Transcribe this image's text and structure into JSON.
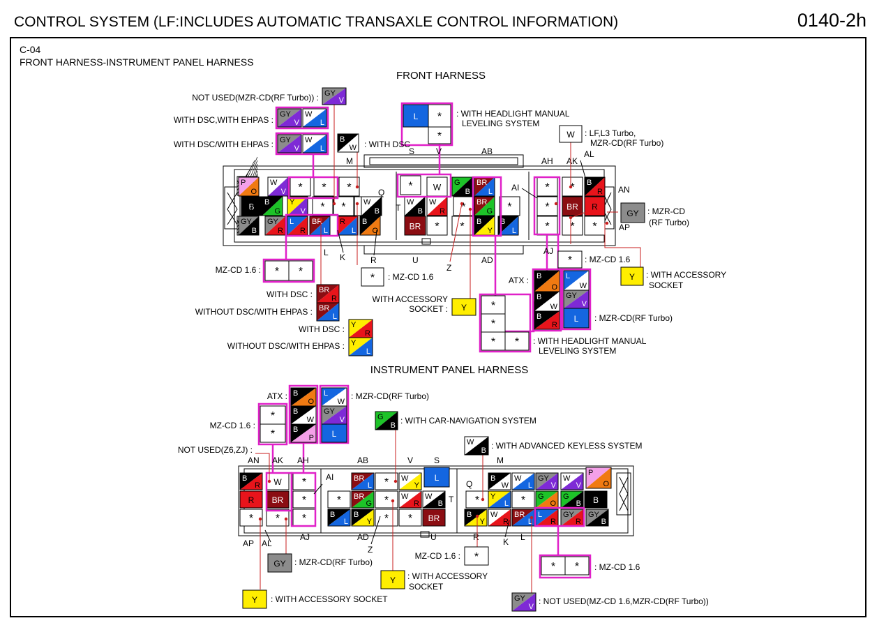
{
  "header": {
    "title": "CONTROL SYSTEM (LF:INCLUDES AUTOMATIC TRANSAXLE CONTROL INFORMATION)",
    "page": "0140-2h"
  },
  "connector": {
    "code": "C-04",
    "name": "FRONT HARNESS-INSTRUMENT PANEL HARNESS"
  },
  "colors": {
    "B": "#000000",
    "W": "#ffffff",
    "R": "#e8141b",
    "G": "#1dc328",
    "Y": "#ffee00",
    "L": "#1466e0",
    "V": "#7e2ad6",
    "O": "#f07a12",
    "P": "#f4a0e8",
    "GY": "#8c8c8c",
    "BR": "#8b0d12",
    "highlight": "#e020c8",
    "line": "#c81e1e"
  },
  "sections": {
    "front": "FRONT HARNESS",
    "ip": "INSTRUMENT PANEL HARNESS"
  },
  "front": {
    "pins": {
      "S": "S",
      "V": "V",
      "AB": "AB",
      "M": "M",
      "AH": "AH",
      "AK": "AK",
      "AL": "AL",
      "AN": "AN",
      "AI": "AI",
      "Q": "Q",
      "T": "T",
      "AP": "AP",
      "AJ": "AJ",
      "L": "L",
      "K": "K",
      "R": "R",
      "U": "U",
      "Z": "Z",
      "AD": "AD"
    },
    "notes": {
      "not_used": "NOT USED(MZR-CD(RF Turbo)) :",
      "dsc_ehpas1": "WITH DSC,WITH EHPAS :",
      "dsc_ehpas2": "WITH DSC/WITH EHPAS :",
      "with_dsc_m": ": WITH DSC",
      "headlight1": ": WITH HEADLIGHT MANUAL",
      "headlight2": "LEVELING SYSTEM",
      "lf1": ": LF,L3 Turbo,",
      "lf2": "MZR-CD(RF Turbo)",
      "mzrcd1": ": MZR-CD",
      "mzrcd2": "(RF Turbo)",
      "mzcd_ap": ": MZ-CD 1.6",
      "acc1": ": WITH ACCESSORY",
      "acc2": "SOCKET",
      "mzcd_l": "MZ-CD 1.6 :",
      "mzcd_r": ": MZ-CD 1.6",
      "with_dsc_br": "WITH DSC :",
      "without_dsc_br": "WITHOUT DSC/WITH EHPAS :",
      "acc_socket1": "WITH ACCESSORY",
      "acc_socket2": "SOCKET :",
      "atx": "ATX :",
      "mzrcd_rf": ": MZR-CD(RF Turbo)",
      "with_dsc_y": "WITH DSC :",
      "without_dsc_y": "WITHOUT DSC/WITH EHPAS :",
      "headlight_b1": ": WITH HEADLIGHT MANUAL",
      "headlight_b2": "LEVELING SYSTEM"
    }
  },
  "ip": {
    "pins": {
      "AN": "AN",
      "AK": "AK",
      "AH": "AH",
      "AI": "AI",
      "AB": "AB",
      "V": "V",
      "S": "S",
      "M": "M",
      "Q": "Q",
      "T": "T",
      "AP": "AP",
      "AL": "AL",
      "AJ": "AJ",
      "AD": "AD",
      "Z": "Z",
      "U": "U",
      "R": "R",
      "K": "K",
      "L": "L"
    },
    "notes": {
      "atx": "ATX :",
      "mzrcd": ": MZR-CD(RF Turbo)",
      "mzcd": "MZ-CD 1.6 :",
      "nav": ": WITH CAR-NAVIGATION SYSTEM",
      "keyless": ": WITH ADVANCED KEYLESS SYSTEM",
      "notused": "NOT USED(Z6,ZJ) :",
      "gy_mzrcd": ": MZR-CD(RF Turbo)",
      "mzcd_r": "MZ-CD 1.6 :",
      "acc1": ": WITH ACCESSORY",
      "acc2": "SOCKET",
      "mzcd_b": ": MZ-CD 1.6",
      "acc_socket": ": WITH ACCESSORY SOCKET",
      "notused2": ": NOT USED(MZ-CD 1.6,MZR-CD(RF Turbo))"
    }
  }
}
